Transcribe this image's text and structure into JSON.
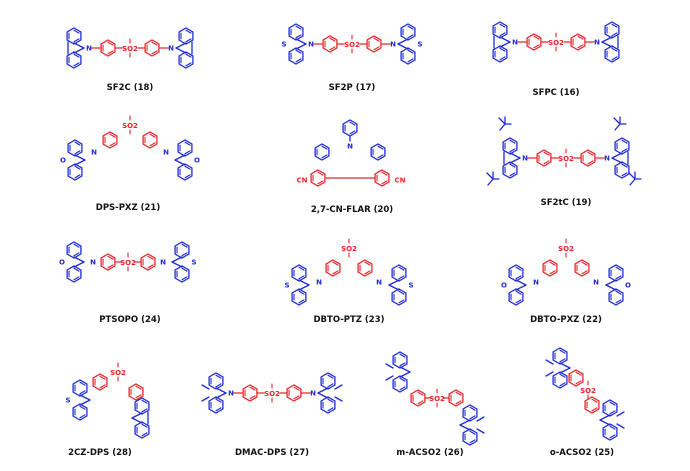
{
  "colors": {
    "donor": "#1f2bd6",
    "acceptor": "#e8262b",
    "text": "#111111",
    "background": "#ffffff"
  },
  "atoms": {
    "n": "N",
    "s": "S",
    "o": "O",
    "so2": "SO2",
    "cn": "CN"
  },
  "molecules": [
    {
      "label": "SFPC (16)"
    },
    {
      "label": "SF2P (17)"
    },
    {
      "label": "SF2C (18)"
    },
    {
      "label": "SF2tC (19)"
    },
    {
      "label": "2,7-CN-FLAR (20)"
    },
    {
      "label": "DPS-PXZ (21)"
    },
    {
      "label": "DBTO-PXZ (22)"
    },
    {
      "label": "DBTO-PTZ (23)"
    },
    {
      "label": "PTSOPO (24)"
    },
    {
      "label": "o-ACSO2 (25)"
    },
    {
      "label": "m-ACSO2 (26)"
    },
    {
      "label": "DMAC-DPS (27)"
    },
    {
      "label": "2CZ-DPS (28)"
    }
  ]
}
